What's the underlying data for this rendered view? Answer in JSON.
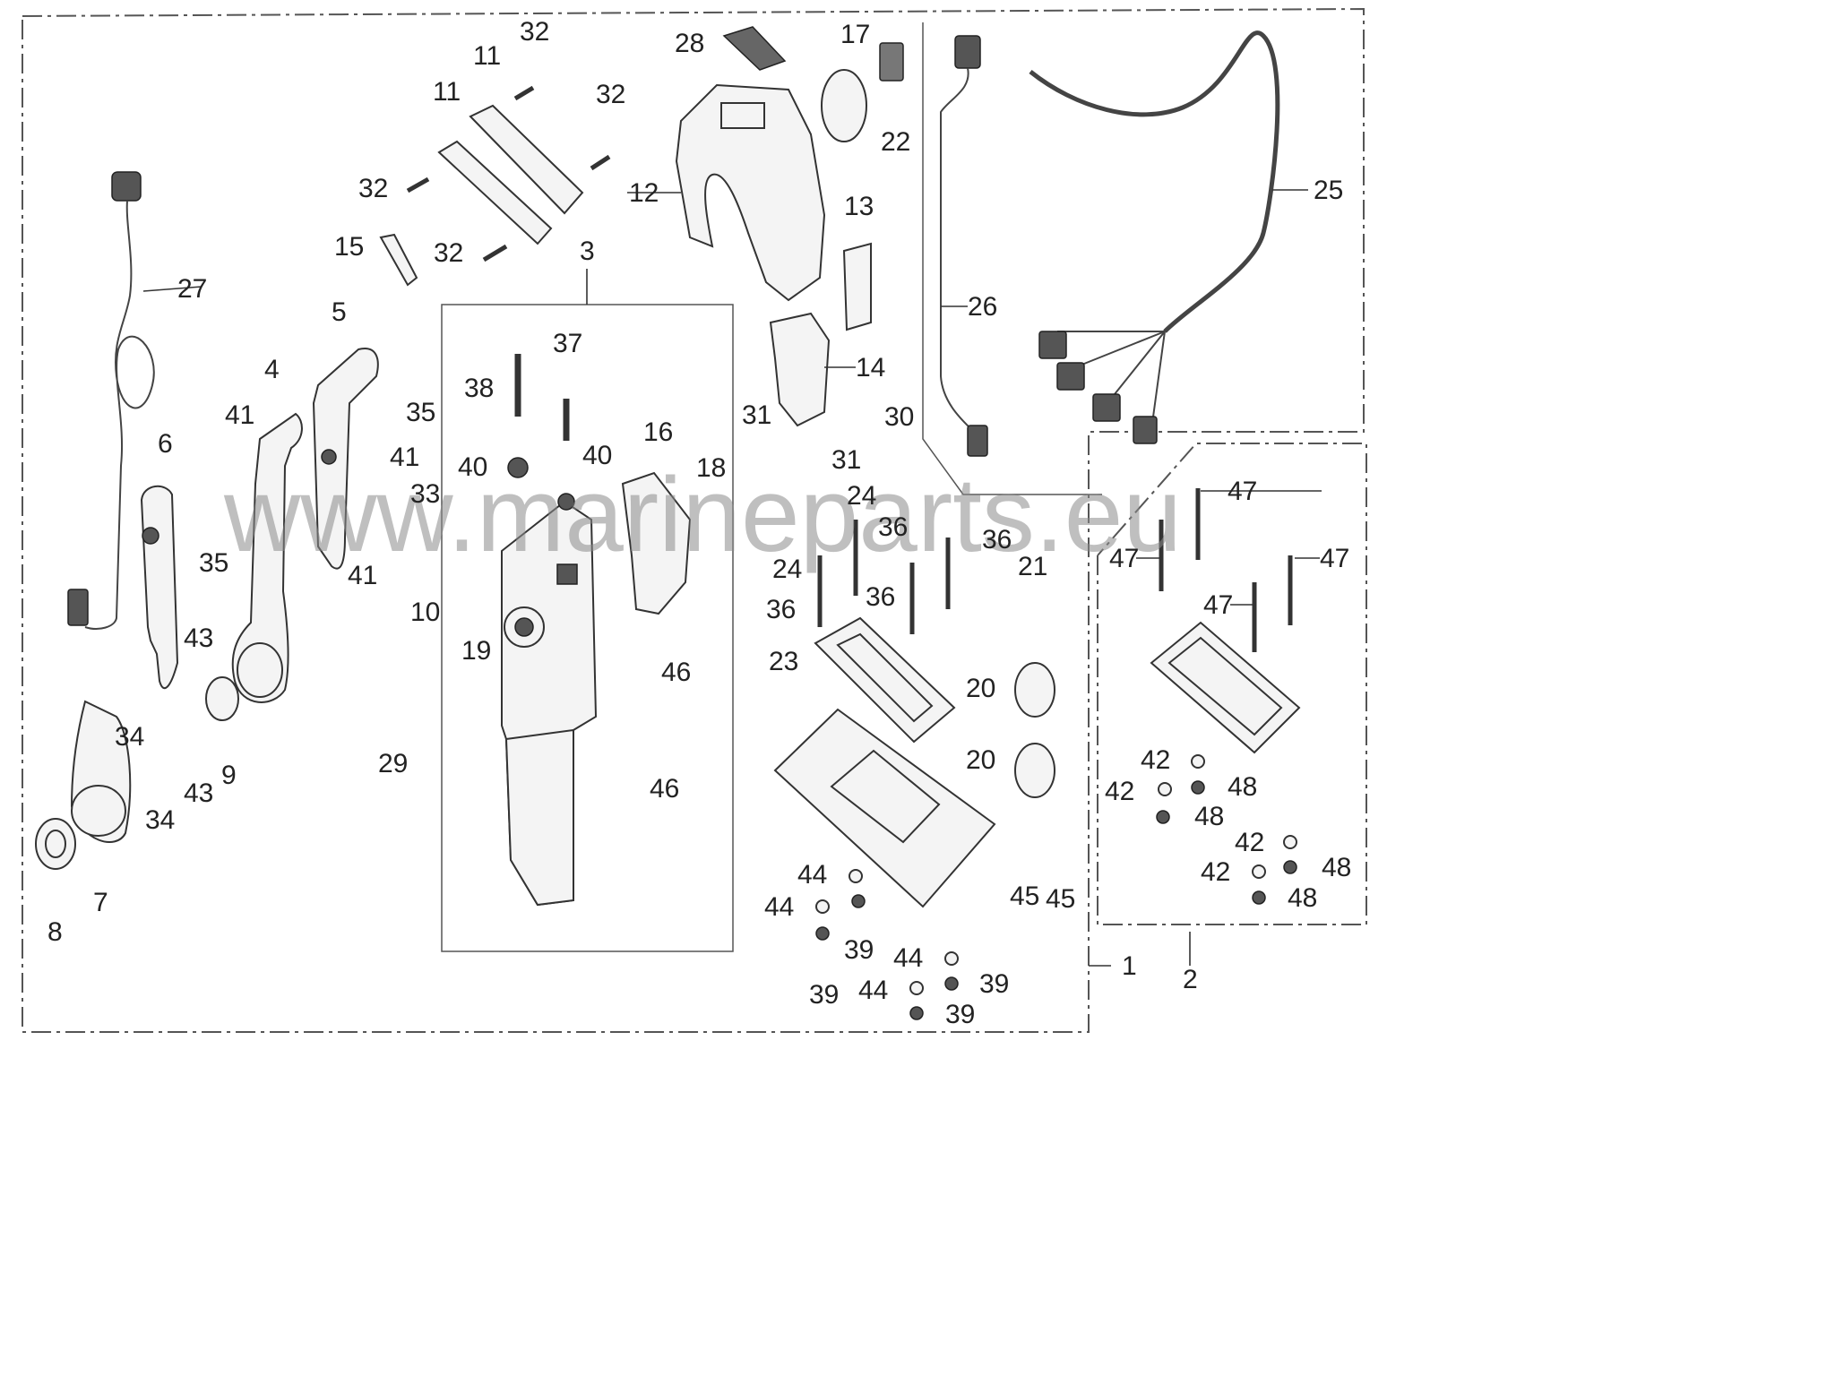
{
  "diagram": {
    "watermark": "www.marineparts.eu",
    "labels": {
      "l1": "1",
      "l2": "2",
      "l3": "3",
      "l4": "4",
      "l5": "5",
      "l6": "6",
      "l7": "7",
      "l8": "8",
      "l9": "9",
      "l10": "10",
      "l11a": "11",
      "l11b": "11",
      "l12": "12",
      "l13": "13",
      "l14": "14",
      "l15": "15",
      "l16": "16",
      "l17": "17",
      "l18": "18",
      "l19": "19",
      "l20a": "20",
      "l20b": "20",
      "l21": "21",
      "l22": "22",
      "l23": "23",
      "l24a": "24",
      "l24b": "24",
      "l25": "25",
      "l26": "26",
      "l27": "27",
      "l28": "28",
      "l29": "29",
      "l30": "30",
      "l31a": "31",
      "l31b": "31",
      "l32a": "32",
      "l32b": "32",
      "l32c": "32",
      "l32d": "32",
      "l33": "33",
      "l34a": "34",
      "l34b": "34",
      "l35a": "35",
      "l35b": "35",
      "l36a": "36",
      "l36b": "36",
      "l36c": "36",
      "l36d": "36",
      "l37": "37",
      "l38": "38",
      "l39a": "39",
      "l39b": "39",
      "l39c": "39",
      "l39d": "39",
      "l40a": "40",
      "l40b": "40",
      "l41a": "41",
      "l41b": "41",
      "l41c": "41",
      "l42a": "42",
      "l42b": "42",
      "l42c": "42",
      "l42d": "42",
      "l43a": "43",
      "l43b": "43",
      "l44a": "44",
      "l44b": "44",
      "l44c": "44",
      "l44d": "44",
      "l45a": "45",
      "l45b": "45",
      "l46a": "46",
      "l46b": "46",
      "l47a": "47",
      "l47b": "47",
      "l47c": "47",
      "l47d": "47",
      "l48a": "48",
      "l48b": "48",
      "l48c": "48",
      "l48d": "48"
    }
  }
}
